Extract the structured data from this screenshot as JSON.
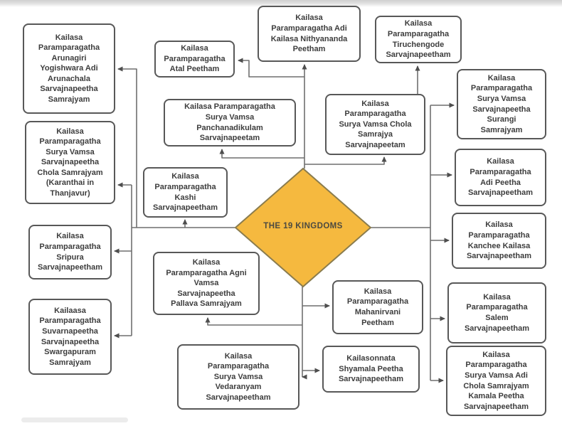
{
  "diagram": {
    "center": {
      "label": "THE 19 KINGDOMS",
      "fill_color": "#F5B93F",
      "border_color": "#8A7C4E"
    },
    "style": {
      "node_border_color": "#585858",
      "node_text_color": "#3D3D3D",
      "connector_color": "#6F6F6F"
    },
    "nodes": [
      {
        "id": "arunachala-samrajyam",
        "label": "Kailasa\nParamparagatha\nArunagiri\nYogishwara Adi\nArunachala\nSarvajnapeetha\nSamrajyam"
      },
      {
        "id": "chola-karanthai",
        "label": "Kailasa\nParamparagatha\nSurya Vamsa\nSarvajnapeetha\nChola Samrajyam\n(Karanthai in\nThanjavur)"
      },
      {
        "id": "sripura",
        "label": "Kailasa\nParamparagatha\nSripura\nSarvajnapeetham"
      },
      {
        "id": "swargapuram",
        "label": "Kailaasa\nParamparagatha\nSuvarnapeetha\nSarvajnapeetha\nSwargapuram\nSamrajyam"
      },
      {
        "id": "atal-peetham",
        "label": "Kailasa\nParamparagatha\nAtal Peetham"
      },
      {
        "id": "adi-kailasa-nithyananda",
        "label": "Kailasa\nParamparagatha Adi\nKailasa Nithyananda\nPeetham"
      },
      {
        "id": "tiruchengode",
        "label": "Kailasa\nParamparagatha\nTiruchengode\nSarvajnapeetham"
      },
      {
        "id": "panchanadikulam",
        "label": "Kailasa Paramparagatha\nSurya Vamsa\nPanchanadikulam\nSarvajnapeetam"
      },
      {
        "id": "surya-vamsa-chola",
        "label": "Kailasa\nParamparagatha\nSurya Vamsa Chola\nSamrajya\nSarvajnapeetam"
      },
      {
        "id": "kashi",
        "label": "Kailasa\nParamparagatha\nKashi\nSarvajnapeetham"
      },
      {
        "id": "agni-vamsa-pallava",
        "label": "Kailasa\nParamparagatha Agni\nVamsa\nSarvajnapeetha\nPallava Samrajyam"
      },
      {
        "id": "mahanirvani",
        "label": "Kailasa\nParamparagatha\nMahanirvani\nPeetham"
      },
      {
        "id": "kailasonnata-shyamala",
        "label": "Kailasonnata\nShyamala Peetha\nSarvajnapeetham"
      },
      {
        "id": "vedaranyam",
        "label": "Kailasa\nParamparagatha\nSurya Vamsa\nVedaranyam\nSarvajnapeetham"
      },
      {
        "id": "surangi",
        "label": "Kailasa\nParamparagatha\nSurya Vamsa\nSarvajnapeetha\nSurangi\nSamrajyam"
      },
      {
        "id": "adi-peetha",
        "label": "Kailasa\nParamparagatha\nAdi Peetha\nSarvajnapeetham"
      },
      {
        "id": "kanchee-kailasa",
        "label": "Kailasa\nParamparagatha\nKanchee Kailasa\nSarvajnapeetham"
      },
      {
        "id": "salem",
        "label": "Kailasa\nParamparagatha\nSalem\nSarvajnapeetham"
      },
      {
        "id": "kamala-peetha",
        "label": "Kailasa\nParamparagatha\nSurya Vamsa Adi\nChola Samrajyam\nKamala Peetha\nSarvajnapeetham"
      }
    ]
  }
}
